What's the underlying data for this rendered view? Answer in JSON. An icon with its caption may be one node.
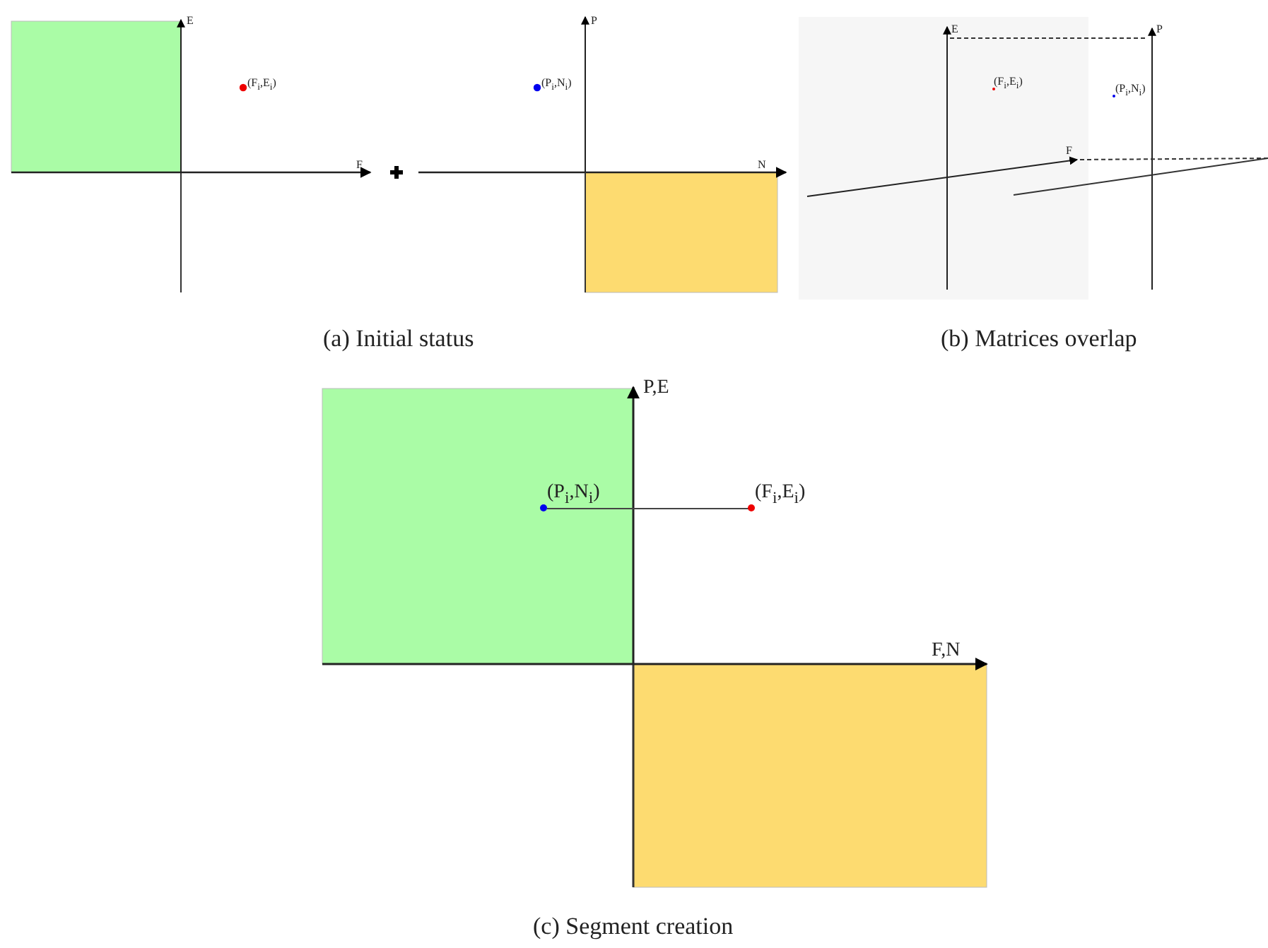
{
  "diagram": {
    "nodes": [
      {
        "text": [
          "(P$_{i}$,N$_{i}$)"
        ]
      },
      {
        "text": [
          "(F$_{i}$,E$_{i}$)"
        ]
      }
    ],
    "edges": [
      {
        "from": 0,
        "to": 1,
        "arrow": "none"
      }
    ],
    "labels": [
      "E",
      "(F$_{i}$,E$_{i}$)",
      "F",
      "P",
      "(P$_{i}$,N$_{i}$)",
      "N",
      "E",
      "P",
      "(F$_{i}$,E$_{i}$)",
      "(P$_{i}$,N$_{i}$)",
      "F",
      "(a) Initial status",
      "(b) Matrices overlap",
      "P,E",
      "F,N",
      "(c) Segment creation"
    ]
  }
}
